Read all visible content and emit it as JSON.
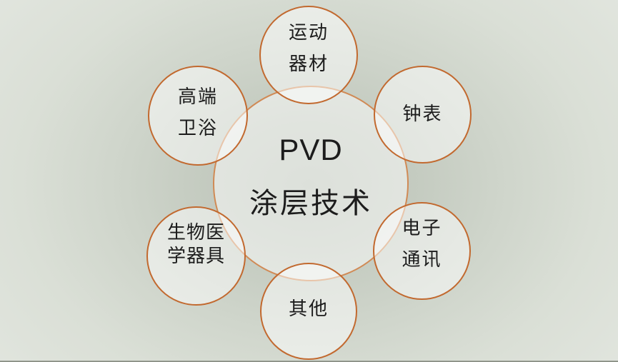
{
  "diagram": {
    "description": "PVD coating technology application areas diagram",
    "center": {
      "line1": "PVD",
      "line2": "涂层技术"
    },
    "circles": [
      {
        "id": "sports-equipment",
        "lines": [
          "运动",
          "器材"
        ]
      },
      {
        "id": "watches",
        "lines": [
          "钟表"
        ]
      },
      {
        "id": "electronics-communication",
        "lines": [
          "电子",
          "通讯"
        ]
      },
      {
        "id": "others",
        "lines": [
          "其他"
        ]
      },
      {
        "id": "biomedical-devices",
        "lines": [
          "生物医",
          "学器具"
        ]
      },
      {
        "id": "premium-sanitary-ware",
        "lines": [
          "高端",
          "卫浴"
        ]
      }
    ]
  },
  "colors": {
    "satellite_stroke": "#c2692f",
    "center_stroke": "#d08a55",
    "text": "#1c1c1c",
    "background_center": "#b9c1b5",
    "background_edge": "#e1e5de",
    "circle_fill": "rgba(255,255,255,0.5)"
  }
}
